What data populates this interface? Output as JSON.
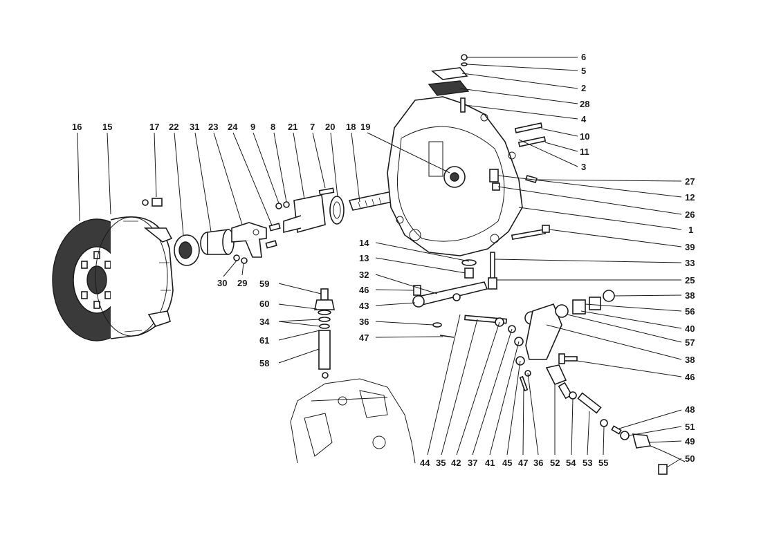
{
  "diagram": {
    "top_row": [
      "16",
      "15",
      "17",
      "22",
      "31",
      "23",
      "24",
      "9",
      "8",
      "21",
      "7",
      "20",
      "18",
      "19"
    ],
    "right_column_upper": [
      "6",
      "5",
      "2",
      "28",
      "4",
      "10",
      "11",
      "3",
      "27",
      "12",
      "26",
      "1",
      "39",
      "33",
      "25"
    ],
    "right_column_lower": [
      "38",
      "56",
      "40",
      "57",
      "38",
      "46",
      "48",
      "51",
      "49",
      "50"
    ],
    "bottom_row": [
      "44",
      "35",
      "42",
      "37",
      "41",
      "45",
      "47",
      "36",
      "52",
      "54",
      "53",
      "55"
    ],
    "left_middle": [
      "59",
      "60",
      "34",
      "61",
      "58",
      "30",
      "29"
    ],
    "center_middle": [
      "14",
      "13",
      "32",
      "46",
      "43",
      "36",
      "47"
    ]
  }
}
